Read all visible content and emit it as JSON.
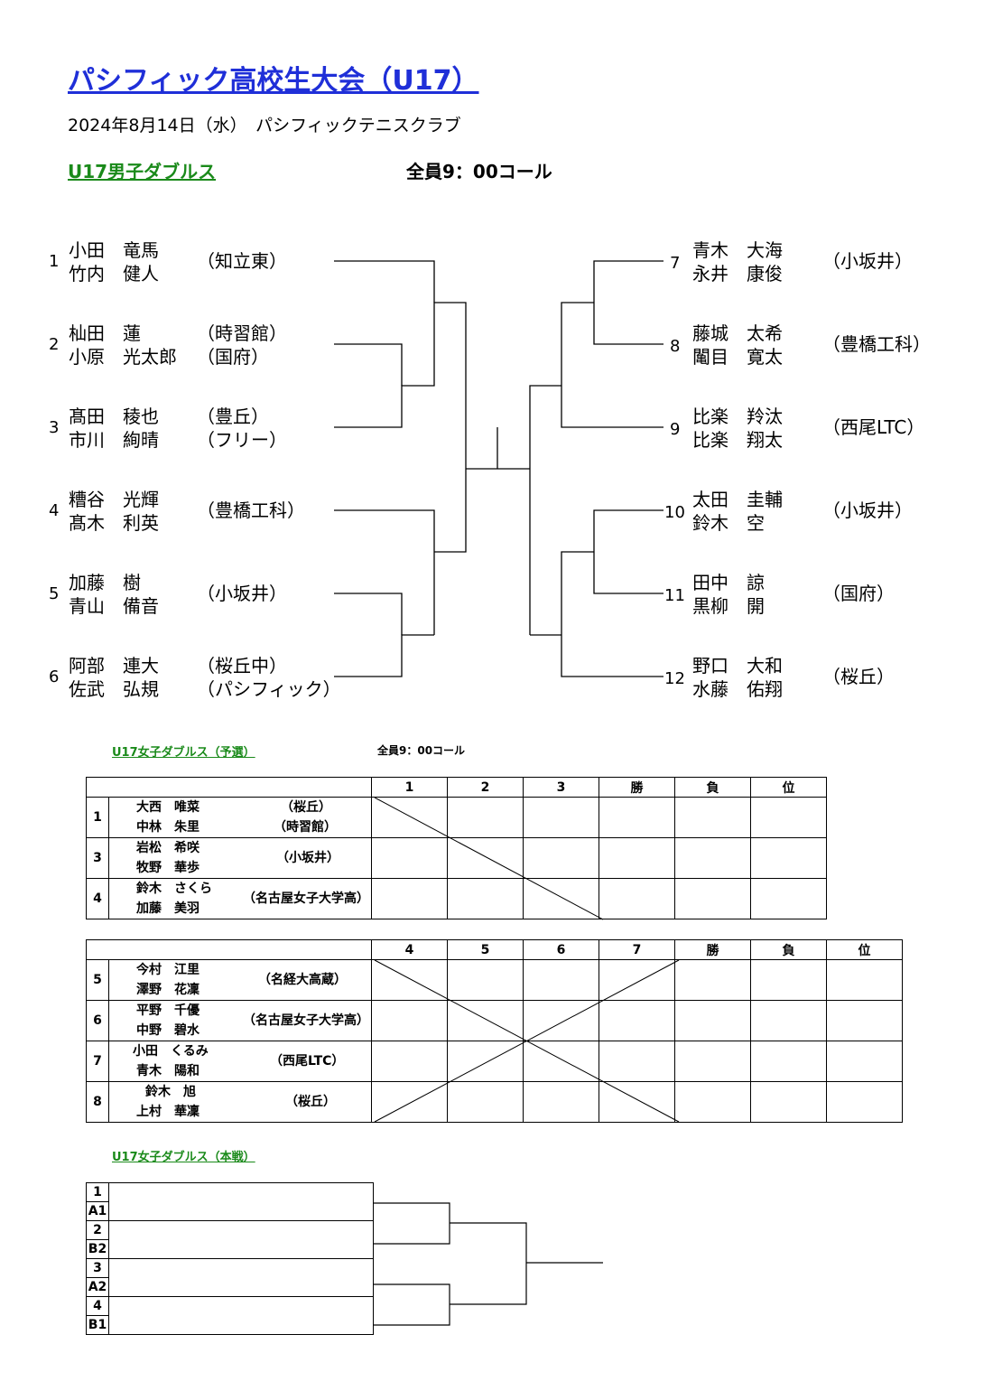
{
  "title": "パシフィック高校生大会（U17）",
  "date_line": "2024年8月14日（水）　パシフィックテニスクラブ",
  "boys": {
    "heading": "U17男子ダブルス",
    "call": "全員9：00コール",
    "left": [
      {
        "seed": "1",
        "p1": "小田　竜馬",
        "p2": "竹内　健人",
        "club": "（知立東）"
      },
      {
        "seed": "2",
        "p1": "杣田　蓮",
        "p2": "小原　光太郎",
        "club1": "（時習館）",
        "club2": "（国府）"
      },
      {
        "seed": "3",
        "p1": "髙田　稜也",
        "p2": "市川　絢晴",
        "club1": "（豊丘）",
        "club2": "（フリー）"
      },
      {
        "seed": "4",
        "p1": "糟谷　光輝",
        "p2": "髙木　利英",
        "club": "（豊橋工科）"
      },
      {
        "seed": "5",
        "p1": "加藤　樹",
        "p2": "青山　備音",
        "club": "（小坂井）"
      },
      {
        "seed": "6",
        "p1": "阿部　連大",
        "p2": "佐武　弘規",
        "club1": "（桜丘中）",
        "club2": "（パシフィック）"
      }
    ],
    "right": [
      {
        "seed": "7",
        "p1": "青木　大海",
        "p2": "永井　康俊",
        "club": "（小坂井）"
      },
      {
        "seed": "8",
        "p1": "藤城　太希",
        "p2": "䦰目　寛太",
        "club": "（豊橋工科）"
      },
      {
        "seed": "9",
        "p1": "比楽　羚汰",
        "p2": "比楽　翔太",
        "club": "（西尾LTC）"
      },
      {
        "seed": "10",
        "p1": "太田　圭輔",
        "p2": "鈴木　空",
        "club": "（小坂井）"
      },
      {
        "seed": "11",
        "p1": "田中　諒",
        "p2": "黒柳　開",
        "club": "（国府）"
      },
      {
        "seed": "12",
        "p1": "野口　大和",
        "p2": "水藤　佑翔",
        "club": "（桜丘）"
      }
    ]
  },
  "girls_pre": {
    "heading": "U17女子ダブルス（予選）",
    "call": "全員9：00コール",
    "groupA": {
      "cols": [
        "1",
        "2",
        "3",
        "勝",
        "負",
        "位"
      ],
      "rows": [
        {
          "no": "1",
          "p1": "大西　唯菜",
          "p2": "中林　朱里",
          "club1": "（桜丘）",
          "club2": "（時習館）"
        },
        {
          "no": "3",
          "p1": "岩松　希咲",
          "p2": "牧野　華歩",
          "club": "（小坂井）"
        },
        {
          "no": "4",
          "p1": "鈴木　さくら",
          "p2": "加藤　美羽",
          "club": "（名古屋女子大学高）"
        }
      ]
    },
    "groupB": {
      "cols": [
        "4",
        "5",
        "6",
        "7",
        "勝",
        "負",
        "位"
      ],
      "rows": [
        {
          "no": "5",
          "p1": "今村　江里",
          "p2": "澤野　花凜",
          "club": "（名経大高蔵）"
        },
        {
          "no": "6",
          "p1": "平野　千優",
          "p2": "中野　碧水",
          "club": "（名古屋女子大学高）"
        },
        {
          "no": "7",
          "p1": "小田　くるみ",
          "p2": "青木　陽和",
          "club": "（西尾LTC）"
        },
        {
          "no": "8",
          "p1": "鈴木　旭",
          "p2": "上村　華凜",
          "club": "（桜丘）"
        }
      ]
    }
  },
  "girls_main": {
    "heading": "U17女子ダブルス（本戦）",
    "slots": [
      "1",
      "A1",
      "2",
      "B2",
      "3",
      "A2",
      "4",
      "B1"
    ]
  }
}
